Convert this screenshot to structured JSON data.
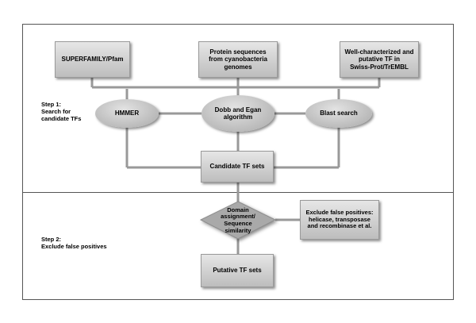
{
  "step1": {
    "label": "Step 1:\nSearch for\ncandidate TFs"
  },
  "step2": {
    "label": "Step 2:\nExclude false positives"
  },
  "nodes": {
    "superfamily": "SUPERFAMILY/Pfam",
    "protein_sequences": "Protein sequences\nfrom cyanobacteria\ngenomes",
    "well_characterized": "Well-characterized and\nputative TF in\nSwiss-Prot/TrEMBL",
    "hmmer": "HMMER",
    "dobb_egan": "Dobb and Egan\nalgorithm",
    "blast": "Blast search",
    "candidate": "Candidate TF sets",
    "domain_assignment": "Domain\nassignment/\nSequence\nsimilarity",
    "exclude_fp": "Exclude false positives:\nhelicase, transposase\nand recombinase et al.",
    "putative": "Putative TF sets"
  }
}
